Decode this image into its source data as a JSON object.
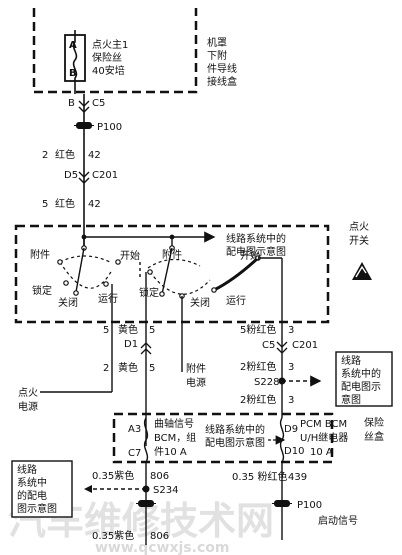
{
  "top_fuse": {
    "pin_a": "A",
    "pin_b": "B",
    "name_l1": "点火主1",
    "name_l2": "保险丝",
    "name_l3": "40安培"
  },
  "engine_box": {
    "l1": "机罩",
    "l2": "下附",
    "l3": "件导线",
    "l4": "接线盒"
  },
  "conn_c5_top": {
    "pin": "B",
    "name": "C5"
  },
  "p100_top": "P100",
  "wire_42a": {
    "gauge": "2",
    "color": "红色",
    "circuit": "42"
  },
  "c201_top": {
    "pin": "D5",
    "name": "C201"
  },
  "wire_42b": {
    "gauge": "5",
    "color": "红色",
    "circuit": "42"
  },
  "ignition_switch": {
    "title_l1": "点火",
    "title_l2": "开关",
    "ref_l1": "线路系统中的",
    "ref_l2": "配电图示意图",
    "left": {
      "accessory": "附件",
      "lock": "锁定",
      "off": "关闭",
      "run": "运行",
      "start": "开始"
    },
    "right": {
      "accessory": "附件",
      "lock": "锁定",
      "off": "关闭",
      "run": "运行",
      "start": "开始"
    }
  },
  "left_stack": {
    "w5_gauge": "5",
    "w5_color": "黄色",
    "w5_circuit": "5",
    "c201_pin": "D1",
    "w2_gauge": "2",
    "w2_color": "黄色",
    "w2_circuit": "5",
    "ign_power_l1": "点火",
    "ign_power_l2": "电源",
    "acc_power_l1": "附件",
    "acc_power_l2": "电源"
  },
  "right_stack": {
    "w5_gauge": "5",
    "w5_color": "粉红色",
    "w5_circuit": "3",
    "conn_c5_pin": "C5",
    "conn_c201": "C201",
    "w2a_gauge": "2",
    "w2a_color": "粉红色",
    "w2a_circuit": "3",
    "splice": "S228",
    "w2b_gauge": "2",
    "w2b_color": "粉红色",
    "w2b_circuit": "3",
    "ref_l1": "线路",
    "ref_l2": "系统中的",
    "ref_l3": "配电图示",
    "ref_l4": "意图"
  },
  "fuse_box": {
    "pin_a3": "A3",
    "pin_c7": "C7",
    "crank_l1": "曲轴信号",
    "crank_l2": "BCM，组",
    "crank_l3": "件10 A",
    "ref_l1": "线路系统中的",
    "ref_l2": "配电图示意图",
    "pin_d9": "D9",
    "pin_d10": "D10",
    "relay_l1": "PCM BCM",
    "relay_l2": "U/H继电器",
    "relay_l3": "10 A",
    "box_l1": "保险",
    "box_l2": "丝盒"
  },
  "bottom_left": {
    "w806a": "0.35紫色",
    "w806a_circuit": "806",
    "splice": "S234",
    "w806b": "0.35紫色",
    "w806b_circuit": "806",
    "ref_l1": "线路",
    "ref_l2": "系统中",
    "ref_l3": "的配电",
    "ref_l4": "图示意图"
  },
  "bottom_right": {
    "w439": "0.35 粉红色",
    "w439_circuit": "439",
    "p100": "P100",
    "start_signal": "启动信号"
  },
  "watermark": {
    "main": "汽车维修技术网",
    "url": "www.qcwxjs.com"
  }
}
